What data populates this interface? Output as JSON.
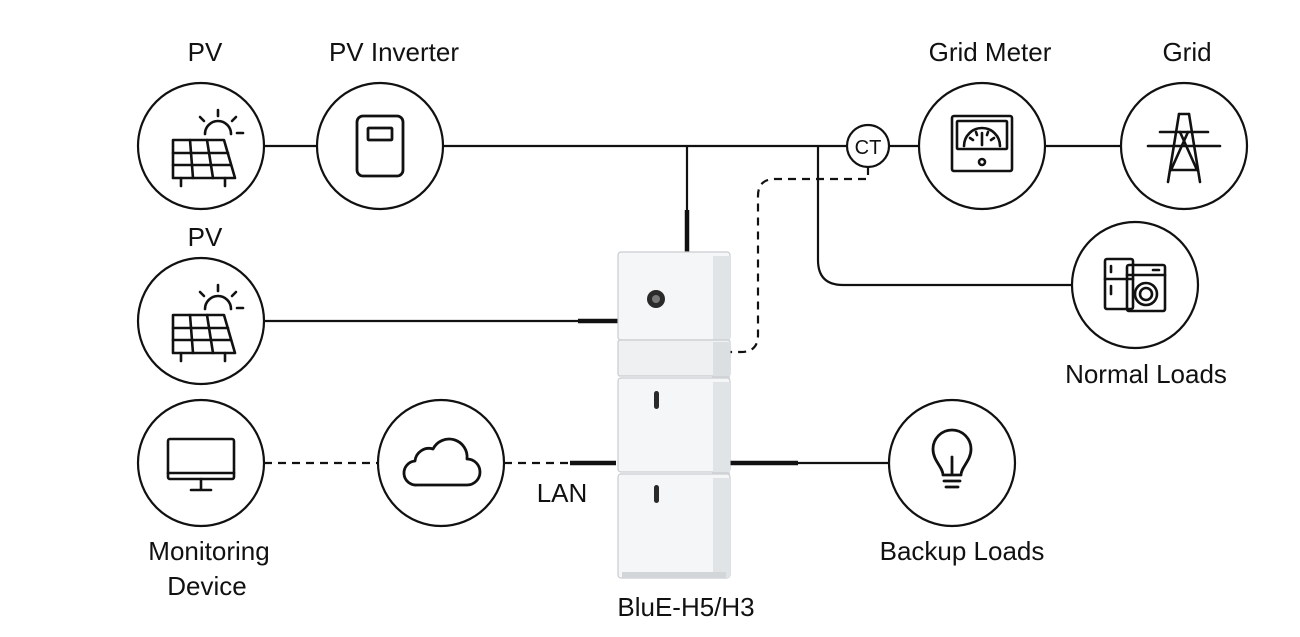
{
  "labels": {
    "pv_top": "PV",
    "pv_inverter": "PV Inverter",
    "grid_meter": "Grid Meter",
    "grid": "Grid",
    "pv_mid": "PV",
    "normal_loads": "Normal Loads",
    "monitoring_device_line1": "Monitoring",
    "monitoring_device_line2": "Device",
    "lan": "LAN",
    "backup_loads": "Backup Loads",
    "product": "BluE-H5/H3",
    "ct": "CT"
  },
  "icons": {
    "pv_top": "solar-panel-icon",
    "pv_inverter": "inverter-icon",
    "grid_meter": "meter-icon",
    "grid": "power-tower-icon",
    "pv_mid": "solar-panel-icon",
    "normal_loads": "appliances-icon",
    "monitoring_device": "monitor-icon",
    "cloud": "cloud-icon",
    "backup_loads": "lightbulb-icon"
  },
  "colors": {
    "line": "#111111",
    "device_body": "#f4f5f6",
    "device_edge": "#cfd2d5"
  }
}
